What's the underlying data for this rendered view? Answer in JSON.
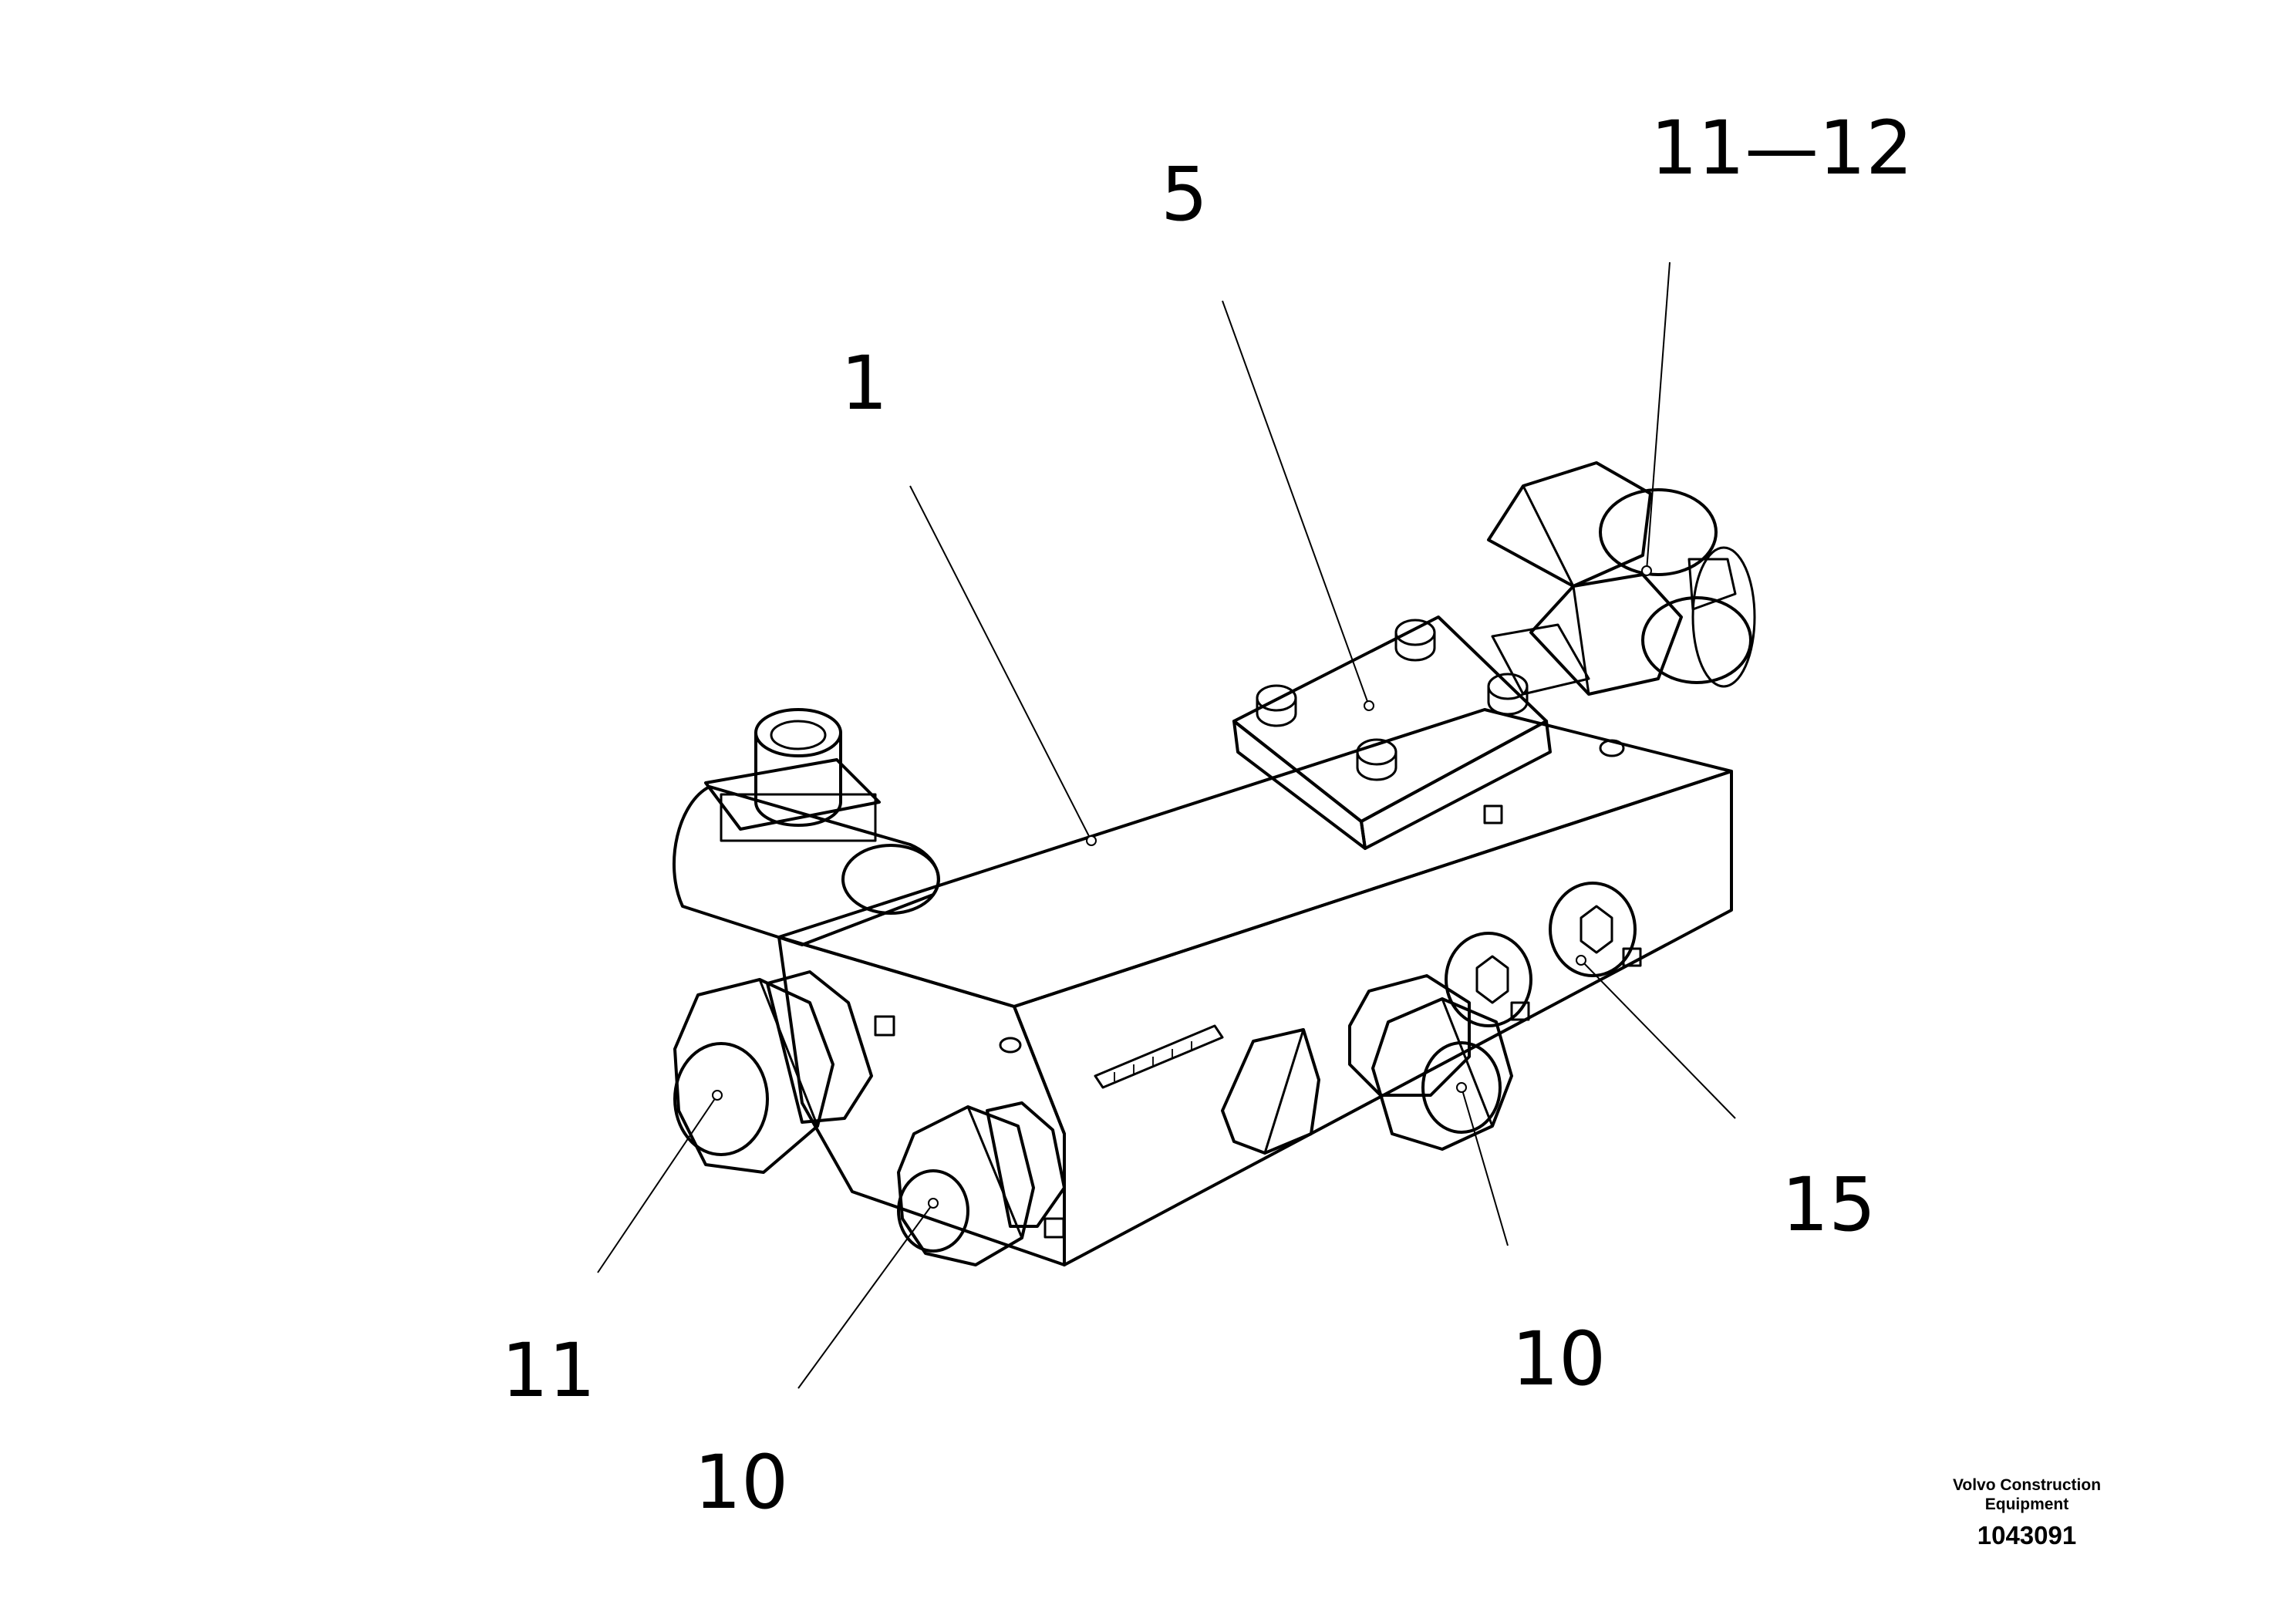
{
  "callouts": {
    "c1": "1",
    "c5": "5",
    "c11_12": "11—12",
    "c15": "15",
    "c10_right": "10",
    "c11": "11",
    "c10_left": "10"
  },
  "footer": {
    "company_line1": "Volvo Construction",
    "company_line2": "Equipment",
    "drawing_number": "1043091"
  }
}
